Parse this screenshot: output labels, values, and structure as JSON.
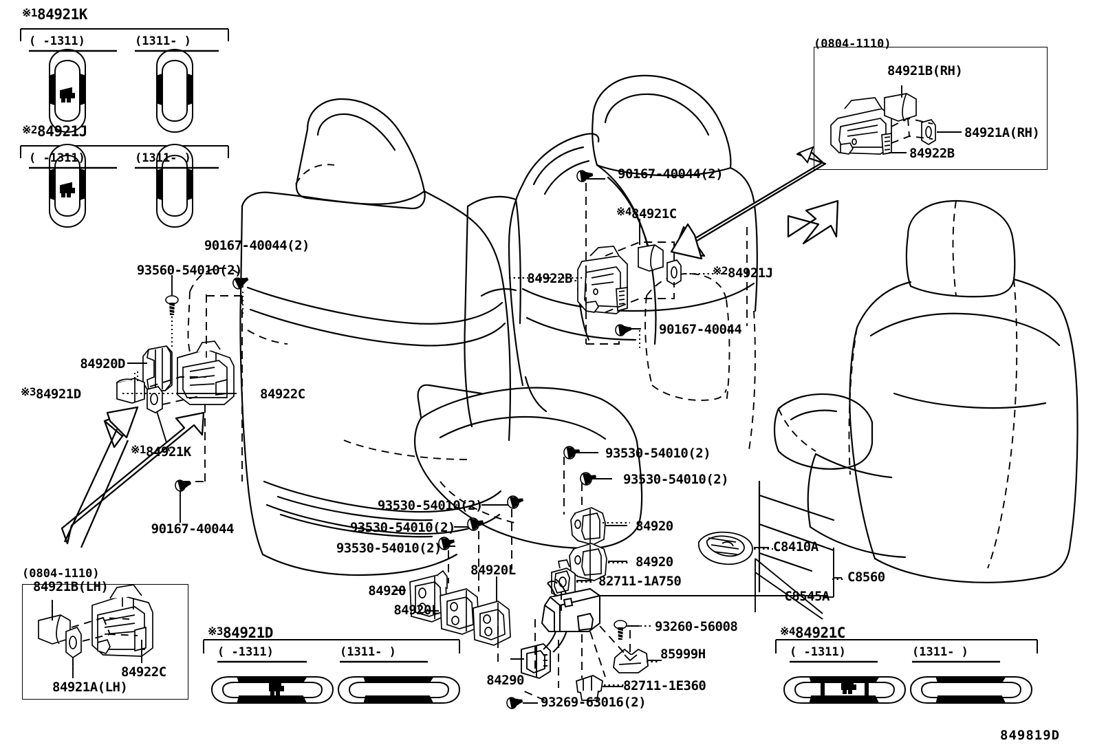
{
  "diagram": {
    "number": "849819D",
    "title": "Seat belt / rear seat switch parts diagram"
  },
  "legend_top_left": [
    {
      "mark": "※1",
      "code": "84921K",
      "ranges": [
        {
          "text": "(     -1311)",
          "icon": "seat-switch-icon-filled"
        },
        {
          "text": "(1311-     )",
          "icon": "seat-switch-icon-blank"
        }
      ]
    },
    {
      "mark": "※2",
      "code": "84921J",
      "ranges": [
        {
          "text": "(     -1311)",
          "icon": "seat-switch-icon-filled"
        },
        {
          "text": "(1311-     )",
          "icon": "seat-switch-icon-blank"
        }
      ]
    }
  ],
  "legend_bottom": [
    {
      "mark": "※3",
      "code": "84921D",
      "ranges": [
        {
          "text": "(     -1311)",
          "icon": "seat-switch-icon-filled"
        },
        {
          "text": "(1311-     )",
          "icon": "seat-switch-icon-blank"
        }
      ]
    },
    {
      "mark": "※4",
      "code": "84921C",
      "ranges": [
        {
          "text": "(     -1311)",
          "icon": "seat-switch-icon-filled"
        },
        {
          "text": "(1311-     )",
          "icon": "seat-switch-icon-blank"
        }
      ]
    }
  ],
  "inset_top_right": {
    "range": "(0804-1110)",
    "labels": [
      {
        "code": "84921B(RH)"
      },
      {
        "code": "84921A(RH)"
      },
      {
        "code": "84922B"
      }
    ]
  },
  "inset_bottom_left": {
    "range": "(0804-1110)",
    "labels": [
      {
        "code": "84921B(LH)"
      },
      {
        "code": "84921A(LH)"
      },
      {
        "code": "84922C"
      }
    ]
  },
  "callouts": {
    "left_cluster": [
      {
        "code": "90167-40044(2)"
      },
      {
        "code": "93560-54010(2)"
      },
      {
        "code": "84920D"
      },
      {
        "code": "84921D",
        "mark": "※3"
      },
      {
        "code": "84922C"
      },
      {
        "code": "84921K",
        "mark": "※1"
      },
      {
        "code": "90167-40044"
      }
    ],
    "center_cluster": [
      {
        "code": "90167-40044(2)"
      },
      {
        "code": "84921C",
        "mark": "※4"
      },
      {
        "code": "84922B"
      },
      {
        "code": "84921J",
        "mark": "※2"
      },
      {
        "code": "90167-40044"
      }
    ],
    "mid_cluster": [
      {
        "code": "93530-54010(2)"
      },
      {
        "code": "93530-54010(2)"
      },
      {
        "code": "84920"
      },
      {
        "code": "84920"
      },
      {
        "code": "82711-1A750"
      }
    ],
    "lower_cluster": [
      {
        "code": "93530-54010(2)"
      },
      {
        "code": "93530-54010(2)"
      },
      {
        "code": "93530-54010(2)"
      },
      {
        "code": "84920L"
      },
      {
        "code": "84920"
      },
      {
        "code": "84920L"
      },
      {
        "code": "84290"
      },
      {
        "code": "93260-56008"
      },
      {
        "code": "85999H"
      },
      {
        "code": "82711-1E360"
      },
      {
        "code": "93269-63016(2)"
      }
    ],
    "right_cluster": [
      {
        "code": "C8410A"
      },
      {
        "code": "C8560"
      },
      {
        "code": "C8545A"
      }
    ]
  },
  "colors": {
    "ink": "#000000",
    "paper": "#ffffff"
  }
}
